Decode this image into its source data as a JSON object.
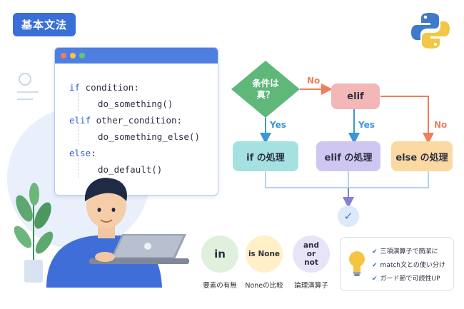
{
  "header": {
    "title": "基本文法"
  },
  "code": {
    "lines": [
      {
        "keyword": "if",
        "rest": " condition:"
      },
      {
        "keyword": "",
        "rest": "do_something()"
      },
      {
        "keyword": "elif",
        "rest": " other_condition:"
      },
      {
        "keyword": "",
        "rest": "do_something_else()"
      },
      {
        "keyword": "else",
        "rest": ":"
      },
      {
        "keyword": "",
        "rest": "do_default()"
      }
    ]
  },
  "flow": {
    "decision": "条件は\n真？",
    "elif_label": "elif",
    "if_process": "if の処理",
    "elif_process": "elif の処理",
    "else_process": "else の処理",
    "edge_no_1": "No",
    "edge_yes_1": "Yes",
    "edge_yes_2": "Yes",
    "edge_no_2": "No",
    "end_mark": "✓"
  },
  "operators": [
    {
      "symbol": "in",
      "caption": "要素の有無",
      "color": "#dff0dc"
    },
    {
      "symbol": "is None",
      "caption": "Noneの比較",
      "color": "#fff0c8"
    },
    {
      "symbol": "and\nor\nnot",
      "caption": "論理演算子",
      "color": "#e8e3f6"
    }
  ],
  "tips": [
    "三項演算子で簡潔に",
    "match文との使い分け",
    "ガード節で可読性UP"
  ],
  "colors": {
    "accent": "#3a6fd8",
    "decision": "#5fb87a",
    "elif": "#f4b7b7",
    "if_process": "#a6e1e1",
    "elif_process": "#cfc7f1",
    "else_process": "#fcd9a2",
    "yes": "#3a96d8",
    "no": "#f07e5c"
  }
}
